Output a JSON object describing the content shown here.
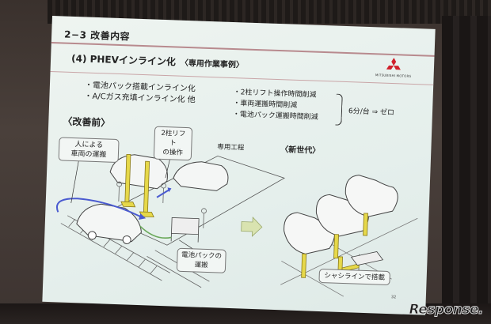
{
  "slide": {
    "header_title": "2−3 改善内容",
    "subtitle": "(4) PHEVインライン化",
    "subtitle_tag": "〈専用作業事例〉",
    "logo_text": "MITSUBISHI MOTORS",
    "bullets_left": [
      "・電池パック搭載インライン化",
      "・A/Cガス充填インライン化 他"
    ],
    "bullets_right": [
      "・2柱リフト操作時間削減",
      "・車両運搬時間削減",
      "・電池パック運搬時間削減"
    ],
    "result": "6分/台 ⇒ ゼロ",
    "section_before": "〈改善前〉",
    "section_next": "〈新世代〉",
    "label_dedicated": "専用工程",
    "callouts": {
      "people_line1": "人による",
      "people_line2": "車両の運搬",
      "lift_line1": "2柱リフト",
      "lift_line2": "の操作",
      "battery_line1": "電池パックの",
      "battery_line2": "運搬",
      "chassis": "シャシラインで搭載"
    },
    "page_number": "32"
  },
  "colors": {
    "slide_bg": "#e8f1ee",
    "header_rule": "#b88a8e",
    "logo_red": "#d0202b",
    "lift_yellow": "#e6d84a",
    "arrow_blue": "#4a5ad0",
    "arrow_green": "#6aa85a",
    "transition_arrow": "#d9e3b0"
  },
  "watermark": "Response."
}
